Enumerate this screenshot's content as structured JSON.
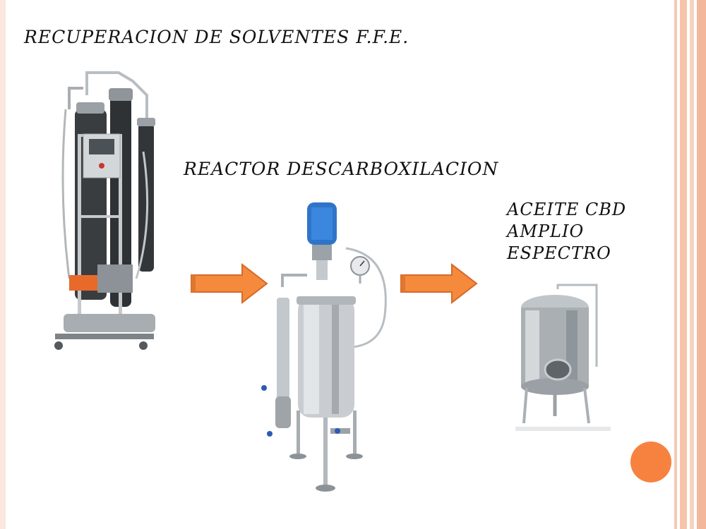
{
  "title": "RECUPERACION DE SOLVENTES F.F.E.",
  "reactor_label": "REACTOR DESCARBOXILACION",
  "oil_label": [
    "ACEITE CBD",
    "AMPLIO",
    "ESPECTRO"
  ],
  "colors": {
    "arrow_fill": "#f58a3c",
    "arrow_stroke": "#d4692a",
    "accent_dot": "#f7823f",
    "stripe": "#f3b79c"
  },
  "icons": [
    "ffe-evaporator",
    "decarboxylation-reactor",
    "storage-tank",
    "arrow-right-icon"
  ]
}
